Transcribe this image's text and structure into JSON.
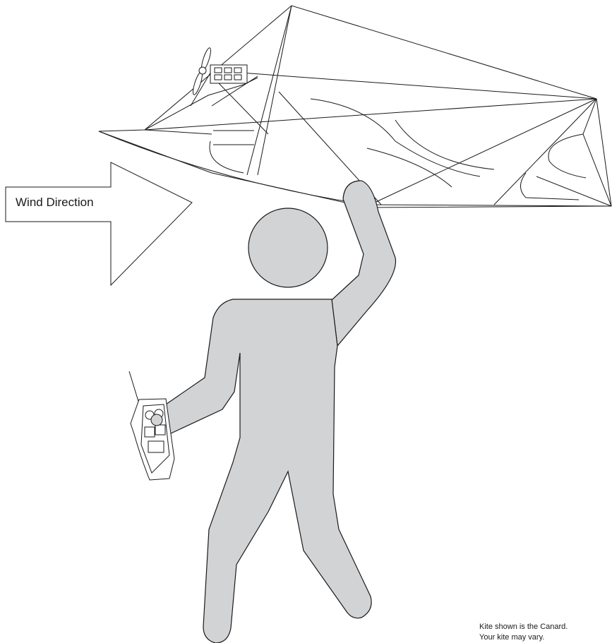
{
  "wind_arrow": {
    "label": "Wind Direction"
  },
  "caption": {
    "line1": "Kite shown is the Canard.",
    "line2": "Your kite may vary."
  },
  "colors": {
    "figure_fill": "#d2d3d5",
    "outline": "#1a1a1a",
    "background": "#ffffff"
  }
}
